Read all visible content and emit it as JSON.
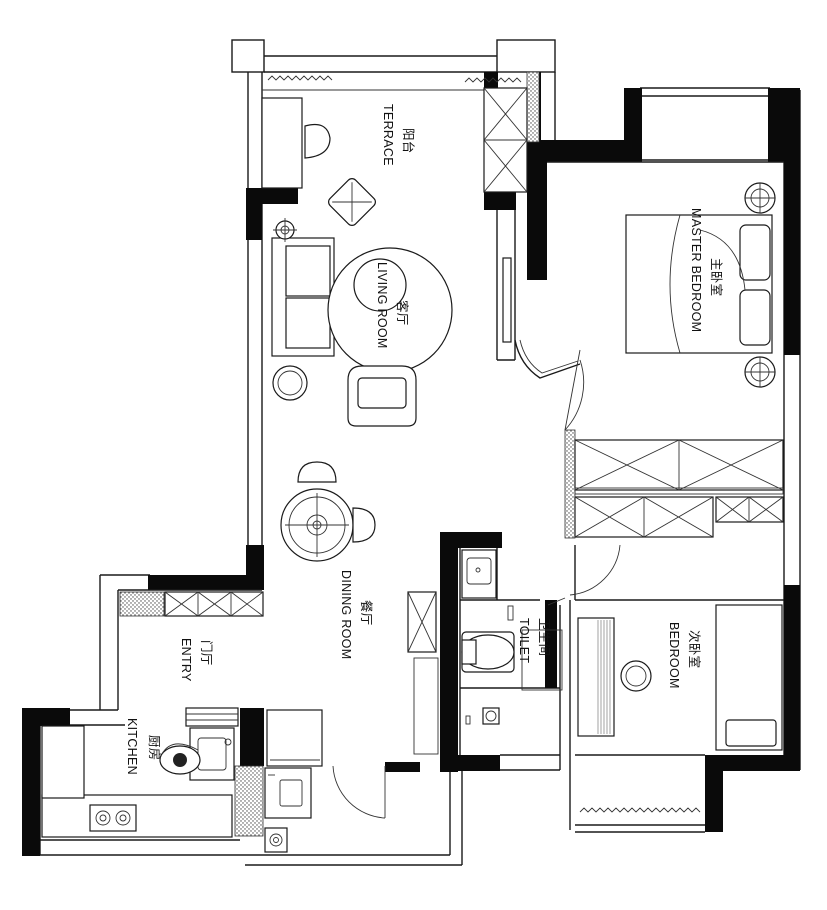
{
  "rooms": {
    "terrace": {
      "cn": "阳台",
      "en": "TERRACE"
    },
    "living": {
      "cn": "客厅",
      "en": "LIVING ROOM"
    },
    "master": {
      "cn": "主卧室",
      "en": "MASTER BEDROOM"
    },
    "dining": {
      "cn": "餐厅",
      "en": "DINING ROOM"
    },
    "entry": {
      "cn": "门厅",
      "en": "ENTRY"
    },
    "kitchen": {
      "cn": "厨房",
      "en": "KITCHEN"
    },
    "toilet": {
      "cn": "卫生间",
      "en": "TOILET"
    },
    "bedroom": {
      "cn": "次卧室",
      "en": "BEDROOM"
    }
  }
}
